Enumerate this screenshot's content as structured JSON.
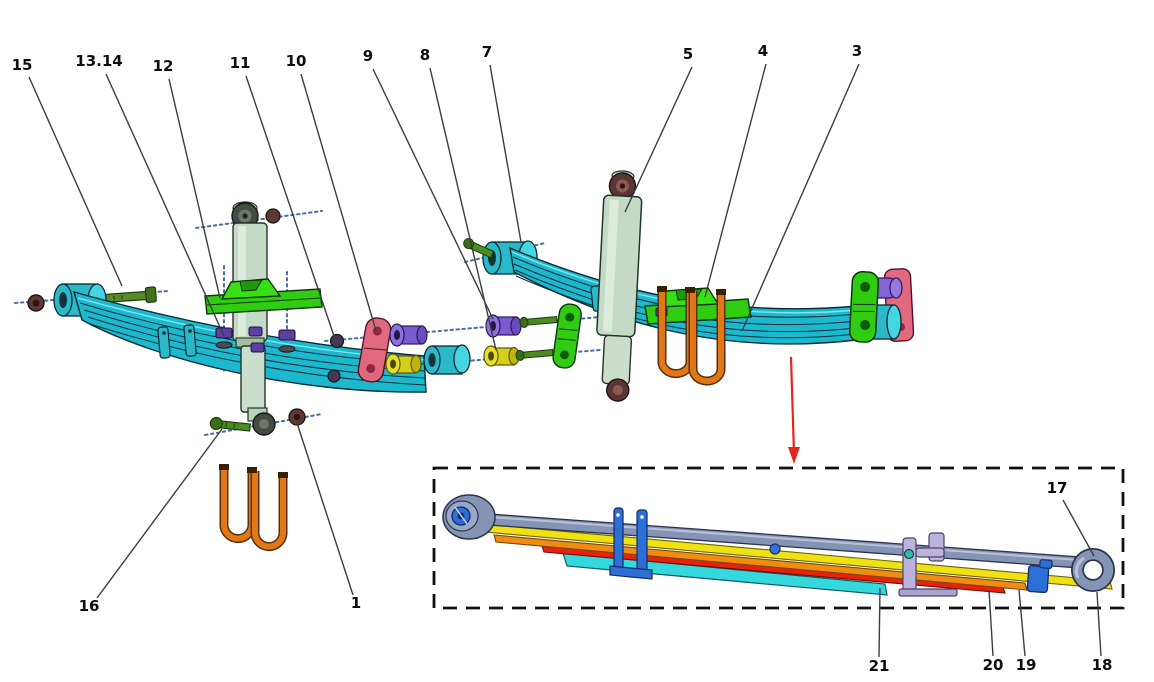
{
  "diagram": {
    "kind": "exploded-parts-diagram",
    "subject": "leaf spring suspension assemblies with detail inset",
    "background": "#ffffff"
  },
  "callouts": [
    {
      "label": "15"
    },
    {
      "label": "13.14"
    },
    {
      "label": "12"
    },
    {
      "label": "11"
    },
    {
      "label": "10"
    },
    {
      "label": "9"
    },
    {
      "label": "8"
    },
    {
      "label": "7"
    },
    {
      "label": "5"
    },
    {
      "label": "4"
    },
    {
      "label": "3"
    },
    {
      "label": "16"
    },
    {
      "label": "1"
    },
    {
      "label": "17"
    },
    {
      "label": "21"
    },
    {
      "label": "20"
    },
    {
      "label": "19"
    },
    {
      "label": "18"
    }
  ],
  "colors": {
    "leaf_spring_teal": "#1cb9ce",
    "shock_body_sage": "#c4dac6",
    "bracket_green": "#2fcc12",
    "u_bolt_orange": "#e07818",
    "shackle_pink": "#e0697f",
    "bushing_purple": "#7a5bd0",
    "bushing_yellow": "#d6ce1a",
    "bolt_green": "#4a8c22",
    "inset_main_leaf_gray": "#8593b5",
    "inset_leaf2_yellow": "#efe112",
    "inset_leaf3_orange": "#ef8d10",
    "inset_leaf4_red": "#e8200d",
    "inset_leaf5_cyan": "#35d8dc",
    "inset_clip_blue": "#2c6fd6",
    "inset_bracket_lavender": "#bcb3dc",
    "arrow_red": "#e62420",
    "centerline_blue": "#4a6fa5"
  }
}
